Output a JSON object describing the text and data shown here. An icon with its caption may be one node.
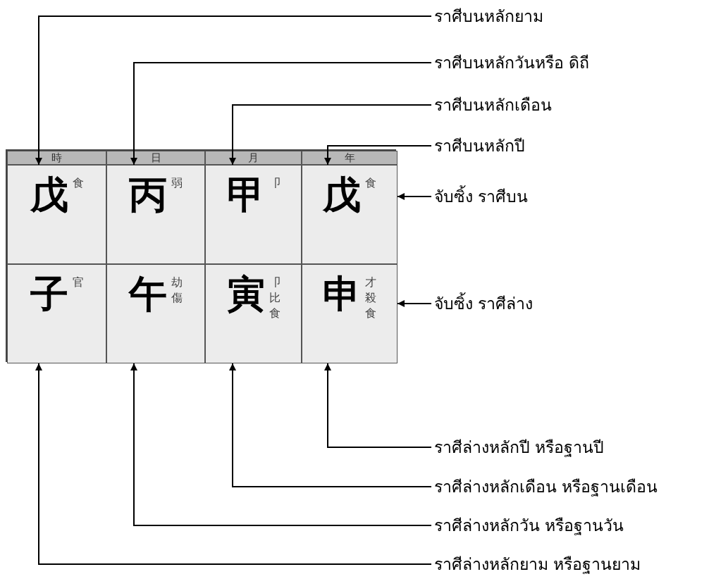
{
  "diagram": {
    "nodes": [
      {
        "text": [],
        "shape": "box"
      },
      {
        "text": [
          "時"
        ],
        "in": 0
      },
      {
        "text": [
          "日"
        ],
        "in": 0
      },
      {
        "text": [
          "月"
        ],
        "in": 0
      },
      {
        "text": [
          "年"
        ],
        "in": 0
      },
      {
        "text": [
          "戊",
          "食"
        ],
        "in": 0
      },
      {
        "text": [
          "丙",
          "弱"
        ],
        "in": 0
      },
      {
        "text": [
          "甲",
          "卩"
        ],
        "in": 0
      },
      {
        "text": [
          "戊",
          "食"
        ],
        "in": 0
      },
      {
        "text": [
          "子",
          "官"
        ],
        "in": 0
      },
      {
        "text": [
          "午",
          "劫",
          "傷"
        ],
        "in": 0
      },
      {
        "text": [
          "寅",
          "卩",
          "比",
          "食"
        ],
        "in": 0
      },
      {
        "text": [
          "申",
          "才",
          "殺",
          "食"
        ],
        "in": 0
      },
      {
        "text": [
          "ราศีบนหลักยาม"
        ]
      },
      {
        "text": [
          "ราศีบนหลักวันหรือ ดิถี"
        ]
      },
      {
        "text": [
          "ราศีบนหลักเดือน"
        ]
      },
      {
        "text": [
          "ราศีบนหลักปี"
        ]
      },
      {
        "text": [
          "จับซิ้ง ราศีบน"
        ]
      },
      {
        "text": [
          "จับซิ้ง ราศีล่าง"
        ]
      },
      {
        "text": [
          "ราศีล่างหลักปี หรือฐานปี"
        ]
      },
      {
        "text": [
          "ราศีล่างหลักเดือน หรือฐานเดือน"
        ]
      },
      {
        "text": [
          "ราศีล่างหลักวัน หรือฐานวัน"
        ]
      },
      {
        "text": [
          "ราศีล่างหลักยาม หรือฐานยาม"
        ]
      }
    ],
    "edges": [
      {
        "from": 13,
        "to": 5,
        "arrow": "to"
      },
      {
        "from": 14,
        "to": 6,
        "arrow": "to"
      },
      {
        "from": 15,
        "to": 7,
        "arrow": "to"
      },
      {
        "from": 16,
        "to": 8,
        "arrow": "to"
      },
      {
        "from": 17,
        "to": 8,
        "arrow": "to"
      },
      {
        "from": 18,
        "to": 12,
        "arrow": "to"
      },
      {
        "from": 19,
        "to": 12,
        "arrow": "to"
      },
      {
        "from": 20,
        "to": 11,
        "arrow": "to"
      },
      {
        "from": 21,
        "to": 10,
        "arrow": "to"
      },
      {
        "from": 22,
        "to": 9,
        "arrow": "to"
      }
    ]
  }
}
